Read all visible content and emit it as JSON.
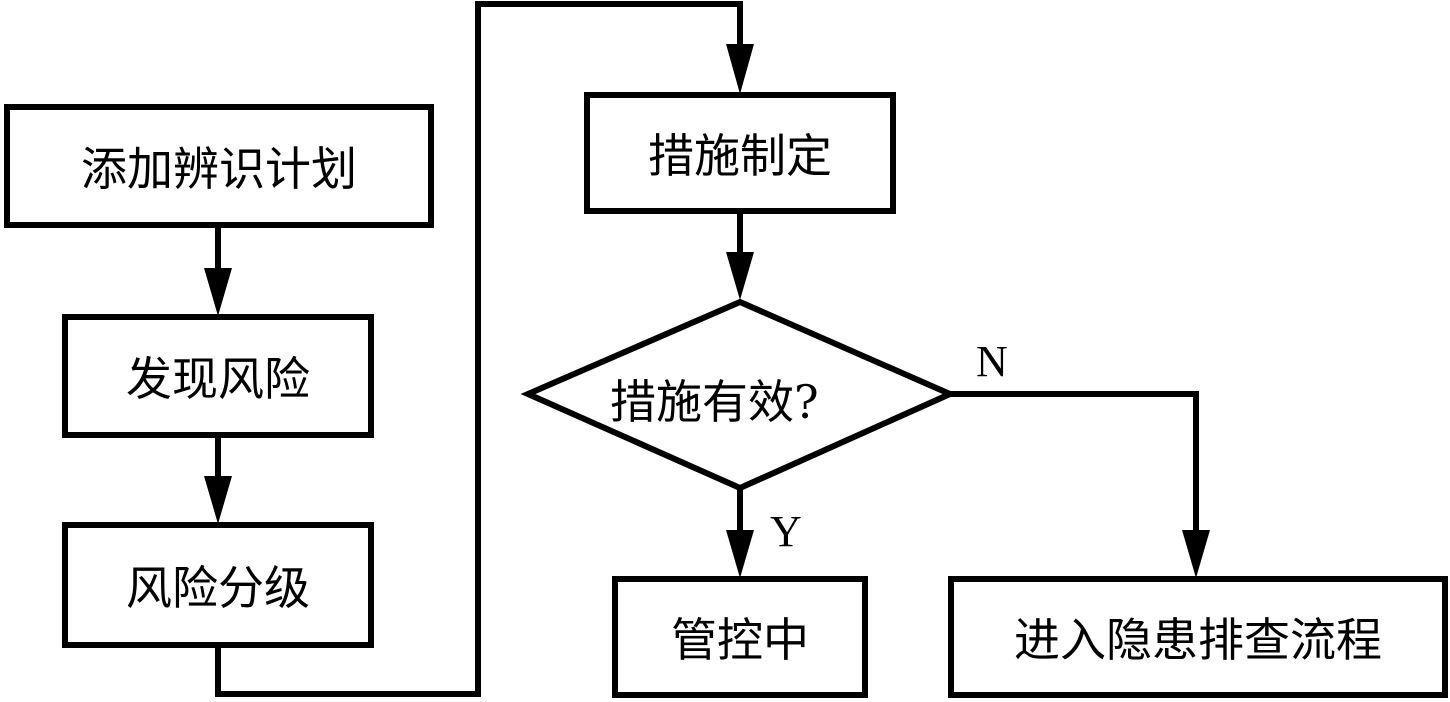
{
  "flowchart": {
    "nodes": {
      "add_plan": "添加辨识计划",
      "find_risk": "发现风险",
      "risk_grading": "风险分级",
      "measure_making": "措施制定",
      "decision": "措施有效?",
      "under_control": "管控中",
      "hazard_process": "进入隐患排查流程"
    },
    "edge_labels": {
      "yes": "Y",
      "no": "N"
    },
    "colors": {
      "stroke": "#000000",
      "background": "#ffffff"
    }
  }
}
